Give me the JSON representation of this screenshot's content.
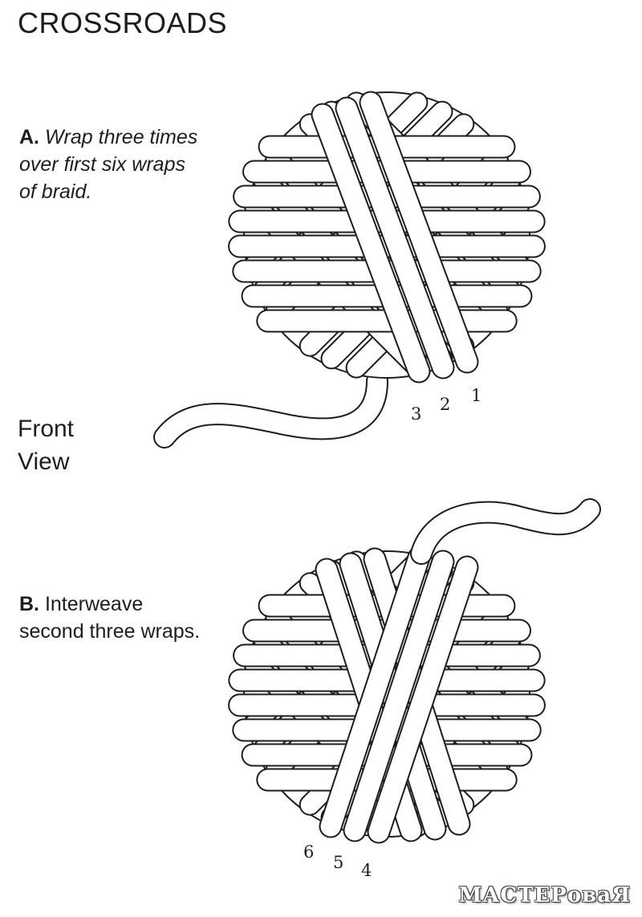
{
  "title": "CROSSROADS",
  "step_a": {
    "letter": "A.",
    "text": "Wrap three times over first six wraps of braid."
  },
  "step_b": {
    "letter": "B.",
    "text": "Interweave second three wraps."
  },
  "view_label": "Front View",
  "numbers_a": [
    "3",
    "2",
    "1"
  ],
  "numbers_b": [
    "6",
    "5",
    "4"
  ],
  "watermark": "МАСТЕРоваЯ",
  "colors": {
    "line": "#1d1d1d",
    "fill": "#ffffff"
  }
}
